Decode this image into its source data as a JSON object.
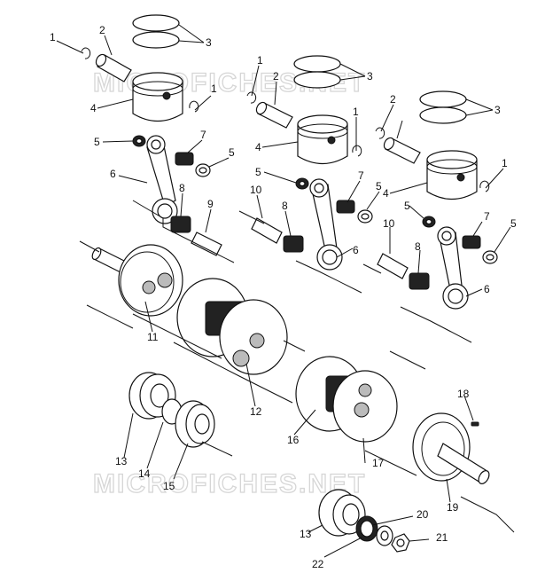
{
  "watermark": {
    "top": "MICROFICHES.NET",
    "bottom": "MICROFICHES.NET"
  },
  "callouts": [
    {
      "id": "c1a",
      "text": "1"
    },
    {
      "id": "c2a",
      "text": "2"
    },
    {
      "id": "c3a",
      "text": "3"
    },
    {
      "id": "c1b",
      "text": "1"
    },
    {
      "id": "c4a",
      "text": "4"
    },
    {
      "id": "c1c",
      "text": "1"
    },
    {
      "id": "c2b",
      "text": "2"
    },
    {
      "id": "c3b",
      "text": "3"
    },
    {
      "id": "c1d",
      "text": "1"
    },
    {
      "id": "c4b",
      "text": "4"
    },
    {
      "id": "c2c",
      "text": "2"
    },
    {
      "id": "c3c",
      "text": "3"
    },
    {
      "id": "c1e",
      "text": "1"
    },
    {
      "id": "c4c",
      "text": "4"
    },
    {
      "id": "c5a",
      "text": "5"
    },
    {
      "id": "c7a",
      "text": "7"
    },
    {
      "id": "c5b",
      "text": "5"
    },
    {
      "id": "c6a",
      "text": "6"
    },
    {
      "id": "c8a",
      "text": "8"
    },
    {
      "id": "c9",
      "text": "9"
    },
    {
      "id": "c5c",
      "text": "5"
    },
    {
      "id": "c7b",
      "text": "7"
    },
    {
      "id": "c5d",
      "text": "5"
    },
    {
      "id": "c10a",
      "text": "10"
    },
    {
      "id": "c8b",
      "text": "8"
    },
    {
      "id": "c6b",
      "text": "6"
    },
    {
      "id": "c5e",
      "text": "5"
    },
    {
      "id": "c7c",
      "text": "7"
    },
    {
      "id": "c5f",
      "text": "5"
    },
    {
      "id": "c10b",
      "text": "10"
    },
    {
      "id": "c8c",
      "text": "8"
    },
    {
      "id": "c6c",
      "text": "6"
    },
    {
      "id": "c11",
      "text": "11"
    },
    {
      "id": "c12",
      "text": "12"
    },
    {
      "id": "c18",
      "text": "18"
    },
    {
      "id": "c16",
      "text": "16"
    },
    {
      "id": "c17",
      "text": "17"
    },
    {
      "id": "c13a",
      "text": "13"
    },
    {
      "id": "c14",
      "text": "14"
    },
    {
      "id": "c15",
      "text": "15"
    },
    {
      "id": "c19",
      "text": "19"
    },
    {
      "id": "c20",
      "text": "20"
    },
    {
      "id": "c21",
      "text": "21"
    },
    {
      "id": "c13b",
      "text": "13"
    },
    {
      "id": "c22",
      "text": "22"
    }
  ]
}
